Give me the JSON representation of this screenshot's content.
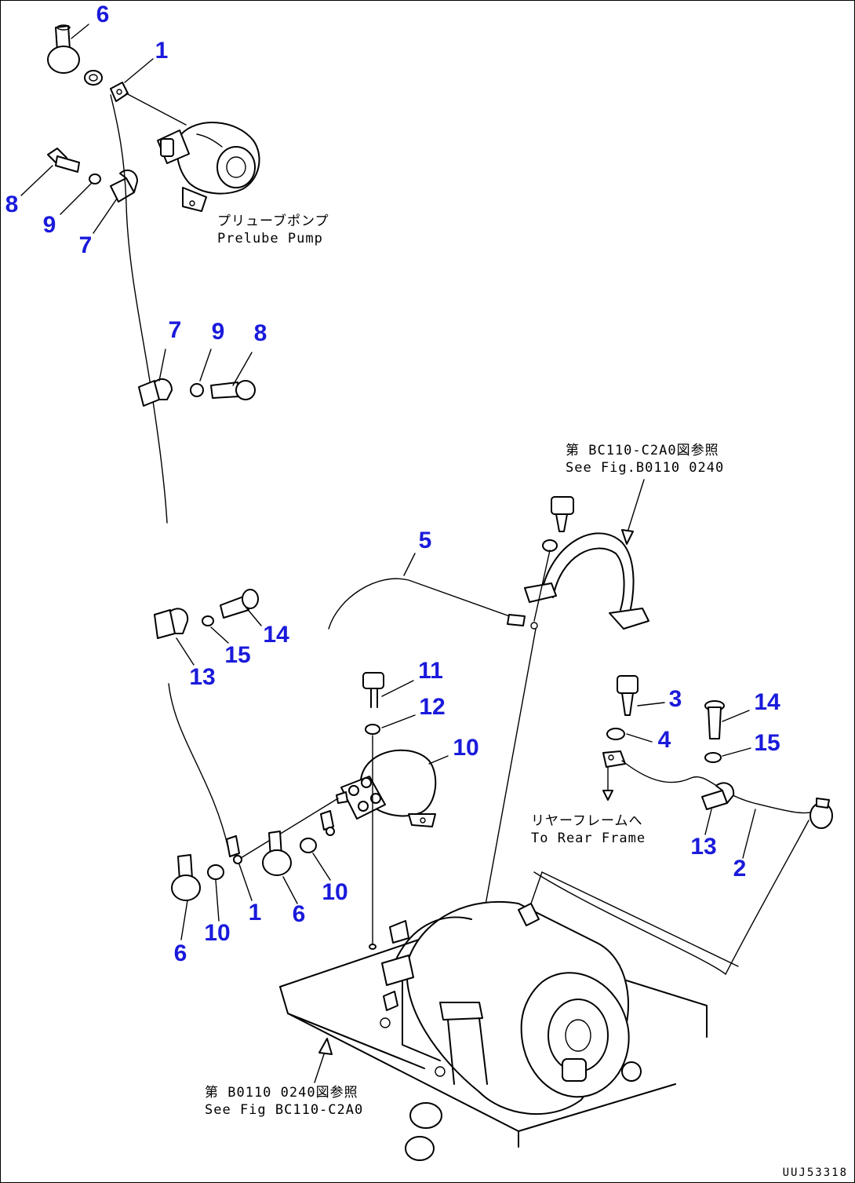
{
  "drawing_id": "UUJ53318",
  "colors": {
    "callout": "#1a1adb",
    "line": "#000000",
    "background": "#ffffff"
  },
  "callouts": [
    {
      "id": "6",
      "text": "6"
    },
    {
      "id": "1",
      "text": "1"
    },
    {
      "id": "8",
      "text": "8"
    },
    {
      "id": "9",
      "text": "9"
    },
    {
      "id": "7",
      "text": "7"
    },
    {
      "id": "7",
      "text": "7"
    },
    {
      "id": "9",
      "text": "9"
    },
    {
      "id": "8",
      "text": "8"
    },
    {
      "id": "5",
      "text": "5"
    },
    {
      "id": "14",
      "text": "14"
    },
    {
      "id": "15",
      "text": "15"
    },
    {
      "id": "13",
      "text": "13"
    },
    {
      "id": "11",
      "text": "11"
    },
    {
      "id": "12",
      "text": "12"
    },
    {
      "id": "10",
      "text": "10"
    },
    {
      "id": "3",
      "text": "3"
    },
    {
      "id": "14",
      "text": "14"
    },
    {
      "id": "4",
      "text": "4"
    },
    {
      "id": "15",
      "text": "15"
    },
    {
      "id": "13",
      "text": "13"
    },
    {
      "id": "2",
      "text": "2"
    },
    {
      "id": "10",
      "text": "10"
    },
    {
      "id": "1",
      "text": "1"
    },
    {
      "id": "6",
      "text": "6"
    },
    {
      "id": "10",
      "text": "10"
    },
    {
      "id": "6",
      "text": "6"
    }
  ],
  "notes": {
    "prelube_pump": {
      "jp": "プリューブポンプ",
      "en": "Prelube Pump"
    },
    "see_fig_top": {
      "jp": "第 BC110-C2A0図参照",
      "en": "See Fig.B0110 0240"
    },
    "rear_frame": {
      "jp": "リヤーフレームへ",
      "en": "To Rear Frame"
    },
    "see_fig_bottom": {
      "jp": "第 B0110 0240図参照",
      "en": "See Fig BC110-C2A0"
    }
  }
}
